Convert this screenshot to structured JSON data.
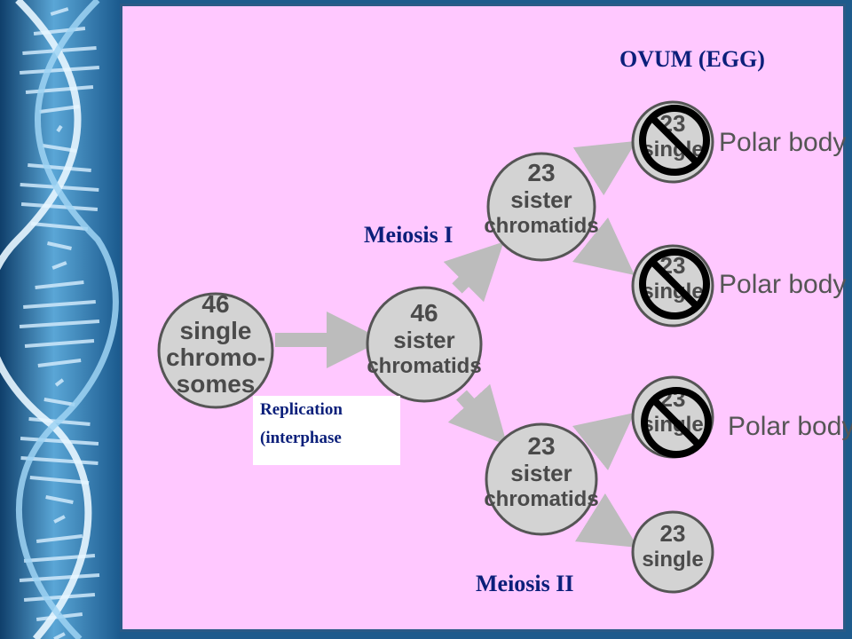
{
  "headings": {
    "ovum": "OVUM (EGG)",
    "meiosis_one": "Meiosis I",
    "meiosis_two": "Meiosis II"
  },
  "replication": {
    "line1": "Replication",
    "line2": "(interphase"
  },
  "cells": {
    "start": [
      "46",
      "single",
      "chromo-",
      "somes"
    ],
    "after_replication": [
      "46",
      "sister",
      "chromatids"
    ],
    "meiosis_top": [
      "23",
      "sister",
      "chromatids"
    ],
    "meiosis_bottom": [
      "23",
      "sister",
      "chromatids"
    ],
    "polar1": [
      "23",
      "single"
    ],
    "polar2": [
      "23",
      "single"
    ],
    "polar3": [
      "23",
      "single"
    ],
    "ovum": [
      "23",
      "single"
    ]
  },
  "polar_label": "Polar body",
  "colors": {
    "slide_background": "#ffc8ff",
    "cell_fill": "#d3d3d3",
    "cell_outline": "#555555",
    "arrow": "#bcbcbc",
    "heading_text": "#0b1f7a",
    "no_symbol": "#000000"
  },
  "icons": [
    "dna-helix-icon",
    "no-symbol-icon"
  ]
}
